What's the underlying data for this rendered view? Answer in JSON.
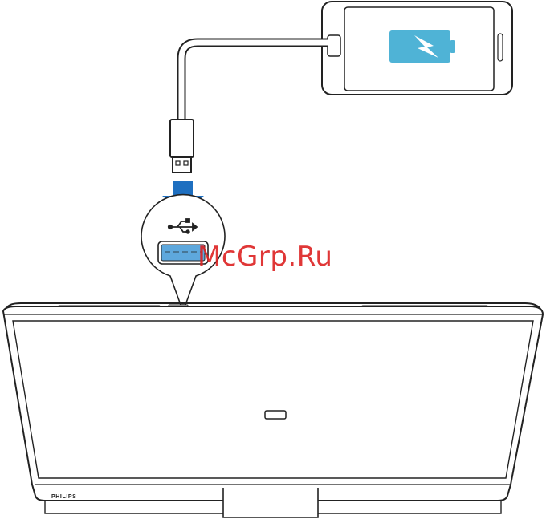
{
  "watermark": {
    "text": "McGrp.Ru"
  },
  "speaker": {
    "brand": "PHILIPS"
  },
  "phone": {
    "status": "charging"
  },
  "colors": {
    "arrow": "#1e6fc0",
    "usb_port": "#5ea8dd",
    "battery": "#4fb3d6",
    "watermark": "#dd2222",
    "outline": "#222222"
  },
  "icons": [
    "usb-icon",
    "battery-charging-icon",
    "down-arrow-icon"
  ]
}
